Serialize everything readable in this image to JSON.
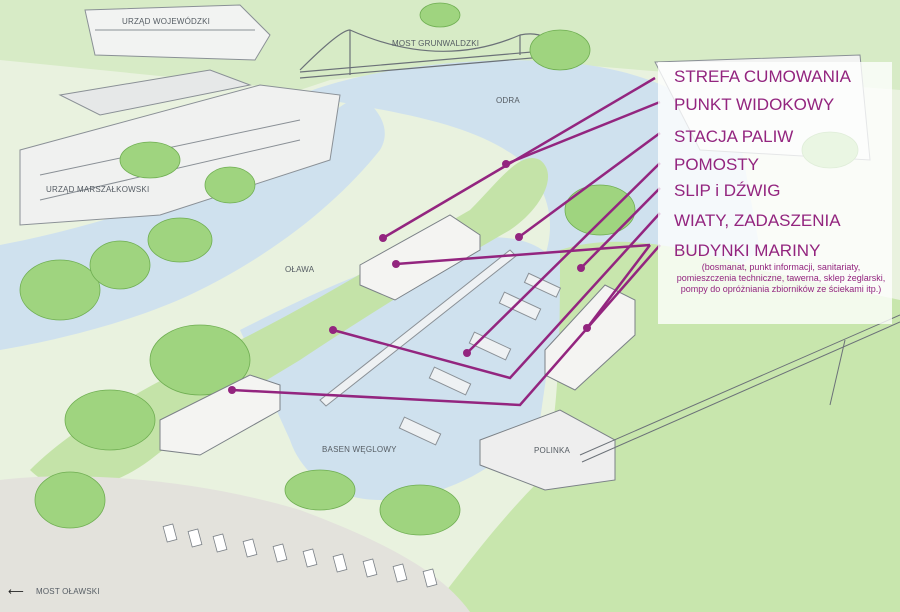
{
  "labels": {
    "urzad_wojewodzki": "URZĄD WOJEWÓDZKI",
    "most_grunwaldzki": "MOST GRUNWALDZKI",
    "odra": "ODRA",
    "urzad_marszalkowski": "URZĄD MARSZAŁKOWSKI",
    "olawa": "OŁAWA",
    "basen_weglowy": "BASEN WĘGLOWY",
    "polinka": "POLINKA",
    "most_olawski": "MOST OŁAWSKI"
  },
  "legend": {
    "items": [
      "STREFA CUMOWANIA",
      "PUNKT WIDOKOWY",
      "STACJA PALIW",
      "POMOSTY",
      "SLIP i DŹWIG",
      "WIATY, ZADASZENIA",
      "BUDYNKI MARINY"
    ],
    "note": "(bosmanat, punkt informacji, sanitariaty, pomieszczenia techniczne, tawerna, sklep żeglarski, pompy do opróżniania zbiorników ze ściekami itp.)"
  },
  "nav": {
    "arrow": "⟵"
  },
  "colors": {
    "accent": "#93257f",
    "water": "#cfe1ee",
    "grass": "#c4e3a8",
    "trees": "#9fd47f",
    "building": "#f4f4f2"
  }
}
